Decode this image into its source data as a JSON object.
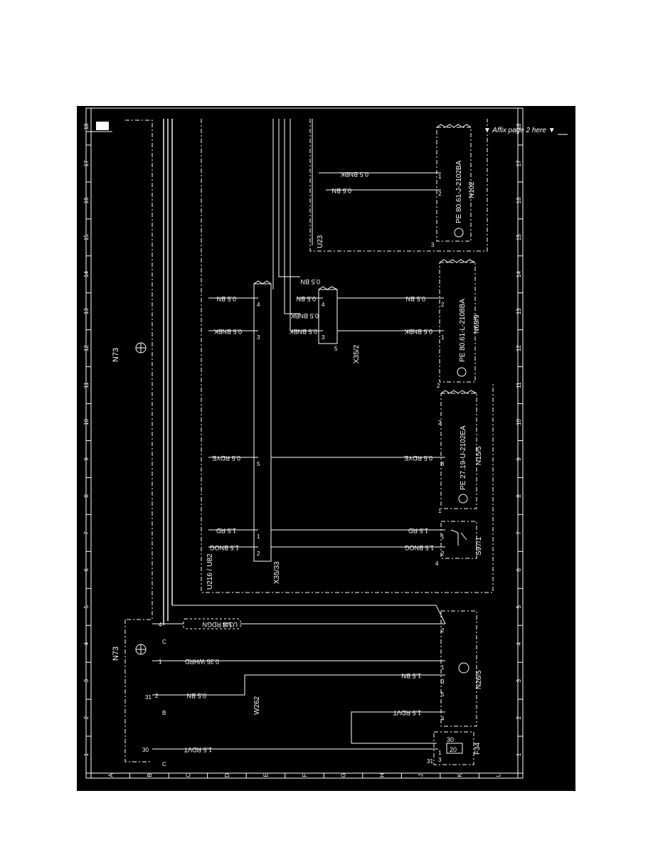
{
  "diagram": {
    "col_numbers": [
      "1",
      "2",
      "3",
      "4",
      "5",
      "6",
      "7",
      "8",
      "9",
      "10",
      "11",
      "12",
      "13",
      "14",
      "15",
      "16",
      "17",
      "18"
    ],
    "row_letters": [
      "A",
      "B",
      "C",
      "D",
      "E",
      "F",
      "G",
      "H",
      "J",
      "K",
      "L"
    ],
    "affix_note": "▼ Affix page 2 here ▼",
    "modules": {
      "n73_top": "N73",
      "n73_bottom": "N73",
      "u23": "U23",
      "u216": "U216 / U82",
      "n102": "N102",
      "n102_part": "PE 80.61-J-2102BA",
      "n69": "N69/9",
      "n69_part": "PE 80.61-L-2108BA",
      "n15": "N15/5",
      "n15_part": "PE 27.19-U-2102EA",
      "s97": "S97/1",
      "x35_33": "X35/33",
      "x35_2": "X35/2",
      "n26": "N26/5",
      "f34": "F34",
      "w262": "W262",
      "u344": "U344",
      "u344_wire": "1.5 RDGN"
    },
    "wire_labels": {
      "n102_bnbk": "0.5 BNBK",
      "n102_bn": "0.5 BN",
      "x35_bn_top": "0.5 BN",
      "x35_2_bn_a": "0.5 BN",
      "x35_2_bn_b": "0.5 BN",
      "n69_bn": "0.5 BN",
      "x35_bnbk": "0.5 BNBK",
      "x35_2_bnbk_a": "0.5 BNBK",
      "x35_2_bnbk_b": "0.5 BNBK",
      "n69_bnbk": "0.5 BNBK",
      "x35_rdye": "0.5 RDYE",
      "n15_rdye": "0.5 RDYE",
      "x35_rd": "1.5 RD",
      "s97_rd": "1.5 RD",
      "x35_bnog": "1.5 BNOG",
      "s97_bnog": "1.5 BNOG",
      "n73_whrd": "0.35 WHRD",
      "n26_bn": "1.5 BN",
      "w262_bn": "0.5 BN",
      "n26_rdvt": "1.5 RDVT",
      "f34_rdvt": "1.5 RDVT"
    },
    "pins": {
      "n102_1": "1",
      "n102_2": "2",
      "n102_3": "3",
      "x35_4": "4",
      "x35_3": "3",
      "x35_5": "5",
      "x35_1": "1",
      "x35_2": "2",
      "x352_4": "4",
      "x352_3": "3",
      "x352_5": "5",
      "n69_2": "2",
      "n69_1": "1",
      "n69_gnd": "2",
      "n15_8": "8",
      "n15_1": "1",
      "s97_1": "1",
      "s97_2": "2",
      "s97_4": "4",
      "n73_4": "4",
      "n73_1": "1",
      "n73_2": "2",
      "n73_31": "31",
      "n73_30": "30",
      "n73_c1": "C",
      "n73_b": "B",
      "n73_c2": "C",
      "n26_2": "2",
      "n26_1": "1",
      "n26_3": "3",
      "n26_5": "5",
      "n26_4": "4",
      "f34_30": "30",
      "f34_20": "20",
      "f34_31": "31",
      "f34_3": "3",
      "f34_1": "1"
    }
  }
}
